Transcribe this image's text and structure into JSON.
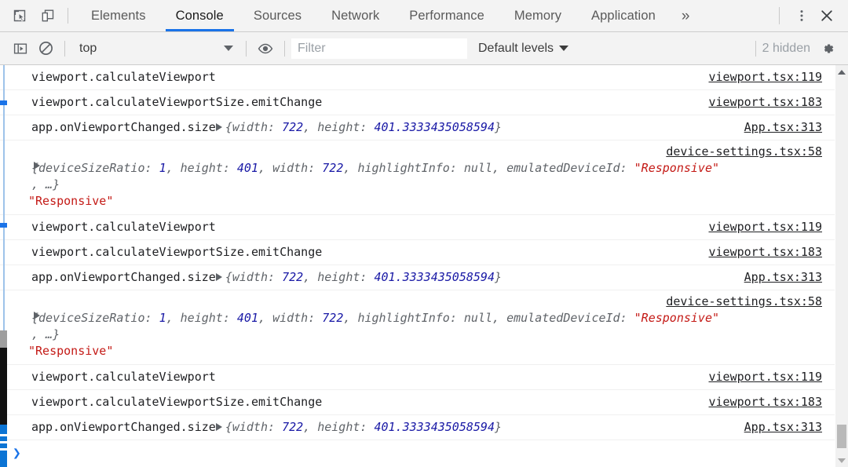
{
  "window": {
    "app": "Chrome DevTools",
    "active_panel": "Console"
  },
  "toolbar": {
    "inspect_icon": "inspect-element-icon",
    "device_icon": "device-toolbar-icon",
    "tabs": [
      {
        "label": "Elements",
        "active": false
      },
      {
        "label": "Console",
        "active": true
      },
      {
        "label": "Sources",
        "active": false
      },
      {
        "label": "Network",
        "active": false
      },
      {
        "label": "Performance",
        "active": false
      },
      {
        "label": "Memory",
        "active": false
      },
      {
        "label": "Application",
        "active": false
      }
    ],
    "more_tabs_label": "»",
    "menu_icon": "vertical-dots-icon",
    "close_icon": "close-icon"
  },
  "filterbar": {
    "sidebar_toggle_icon": "console-sidebar-icon",
    "clear_icon": "clear-console-icon",
    "context": "top",
    "eye_icon": "live-expression-icon",
    "filter_placeholder": "Filter",
    "filter_value": "",
    "levels_label": "Default levels",
    "hidden_label": "2 hidden",
    "settings_icon": "gear-icon"
  },
  "console": {
    "messages": [
      {
        "type": "text",
        "text": "viewport.calculateViewport",
        "source": "viewport.tsx:119"
      },
      {
        "type": "text",
        "text": "viewport.calculateViewportSize.emitChange",
        "source": "viewport.tsx:183"
      },
      {
        "type": "object-inline",
        "label": "app.onViewportChanged.size",
        "object_open": "{",
        "k1": "width:",
        "v1": "722",
        "sep1": ",",
        "k2": "height:",
        "v2": "401.3333435058594",
        "object_close": "}",
        "source": "App.tsx:313"
      },
      {
        "type": "object-block",
        "source": "device-settings.tsx:58",
        "open": "{",
        "k1": "deviceSizeRatio:",
        "v1": "1",
        "s1": ",",
        "k2": "height:",
        "v2": "401",
        "s2": ",",
        "k3": "width:",
        "v3": "722",
        "s3": ",",
        "k4": "highlightInfo:",
        "v4": "null",
        "s4": ",",
        "k5": "emulatedDeviceId:",
        "v5": "\"Responsive\"",
        "tail": ", …}",
        "echo": "\"Responsive\""
      },
      {
        "type": "text",
        "text": "viewport.calculateViewport",
        "source": "viewport.tsx:119"
      },
      {
        "type": "text",
        "text": "viewport.calculateViewportSize.emitChange",
        "source": "viewport.tsx:183"
      },
      {
        "type": "object-inline",
        "label": "app.onViewportChanged.size",
        "object_open": "{",
        "k1": "width:",
        "v1": "722",
        "sep1": ",",
        "k2": "height:",
        "v2": "401.3333435058594",
        "object_close": "}",
        "source": "App.tsx:313"
      },
      {
        "type": "object-block",
        "source": "device-settings.tsx:58",
        "open": "{",
        "k1": "deviceSizeRatio:",
        "v1": "1",
        "s1": ",",
        "k2": "height:",
        "v2": "401",
        "s2": ",",
        "k3": "width:",
        "v3": "722",
        "s3": ",",
        "k4": "highlightInfo:",
        "v4": "null",
        "s4": ",",
        "k5": "emulatedDeviceId:",
        "v5": "\"Responsive\"",
        "tail": ", …}",
        "echo": "\"Responsive\""
      },
      {
        "type": "text",
        "text": "viewport.calculateViewport",
        "source": "viewport.tsx:119"
      },
      {
        "type": "text",
        "text": "viewport.calculateViewportSize.emitChange",
        "source": "viewport.tsx:183"
      },
      {
        "type": "object-inline",
        "label": "app.onViewportChanged.size",
        "object_open": "{",
        "k1": "width:",
        "v1": "722",
        "sep1": ",",
        "k2": "height:",
        "v2": "401.3333435058594",
        "object_close": "}",
        "source": "App.tsx:313"
      }
    ],
    "prompt_chevron": "❯"
  },
  "colors": {
    "accent": "#1a73e8",
    "number": "#1a1aa6",
    "string": "#c41a16",
    "toolbar_bg": "#f3f3f3",
    "text": "#202124",
    "muted": "#5f6368"
  }
}
